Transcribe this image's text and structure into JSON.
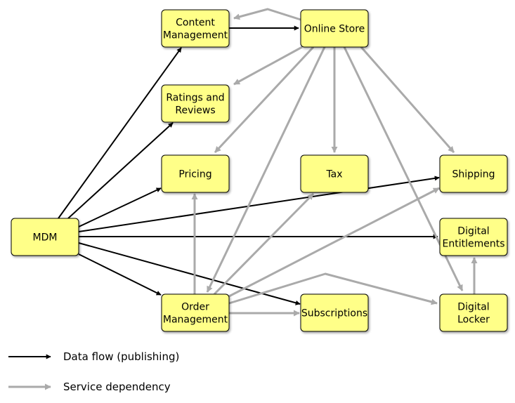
{
  "colors": {
    "node_fill": "#ffff88",
    "node_stroke": "#000000",
    "data_flow": "#000000",
    "service_dependency": "#aaaaaa"
  },
  "nodes": {
    "content": {
      "lines": [
        "Content",
        "Management"
      ]
    },
    "online": {
      "lines": [
        "Online Store"
      ]
    },
    "ratings": {
      "lines": [
        "Ratings and",
        "Reviews"
      ]
    },
    "pricing": {
      "lines": [
        "Pricing"
      ]
    },
    "tax": {
      "lines": [
        "Tax"
      ]
    },
    "shipping": {
      "lines": [
        "Shipping"
      ]
    },
    "mdm": {
      "lines": [
        "MDM"
      ]
    },
    "entitlements": {
      "lines": [
        "Digital",
        "Entitlements"
      ]
    },
    "order": {
      "lines": [
        "Order",
        "Management"
      ]
    },
    "subscriptions": {
      "lines": [
        "Subscriptions"
      ]
    },
    "locker": {
      "lines": [
        "Digital",
        "Locker"
      ]
    }
  },
  "edges": [
    {
      "type": "data_flow",
      "from": "content",
      "to": "online"
    },
    {
      "type": "data_flow",
      "from": "mdm",
      "to": "content"
    },
    {
      "type": "data_flow",
      "from": "mdm",
      "to": "ratings"
    },
    {
      "type": "data_flow",
      "from": "mdm",
      "to": "pricing"
    },
    {
      "type": "data_flow",
      "from": "mdm",
      "to": "shipping"
    },
    {
      "type": "data_flow",
      "from": "mdm",
      "to": "entitlements"
    },
    {
      "type": "data_flow",
      "from": "mdm",
      "to": "order"
    },
    {
      "type": "data_flow",
      "from": "mdm",
      "to": "subscriptions"
    },
    {
      "type": "service_dependency",
      "from": "online",
      "to": "content"
    },
    {
      "type": "service_dependency",
      "from": "online",
      "to": "ratings"
    },
    {
      "type": "service_dependency",
      "from": "online",
      "to": "pricing"
    },
    {
      "type": "service_dependency",
      "from": "online",
      "to": "tax"
    },
    {
      "type": "service_dependency",
      "from": "online",
      "to": "shipping"
    },
    {
      "type": "service_dependency",
      "from": "online",
      "to": "order"
    },
    {
      "type": "service_dependency",
      "from": "online",
      "to": "locker"
    },
    {
      "type": "service_dependency",
      "from": "order",
      "to": "pricing"
    },
    {
      "type": "service_dependency",
      "from": "order",
      "to": "tax"
    },
    {
      "type": "service_dependency",
      "from": "order",
      "to": "shipping"
    },
    {
      "type": "service_dependency",
      "from": "order",
      "to": "subscriptions"
    },
    {
      "type": "service_dependency",
      "from": "order",
      "to": "locker"
    },
    {
      "type": "service_dependency",
      "from": "locker",
      "to": "entitlements"
    }
  ],
  "legend": {
    "data_flow": "Data flow (publishing)",
    "service_dependency": "Service dependency"
  }
}
